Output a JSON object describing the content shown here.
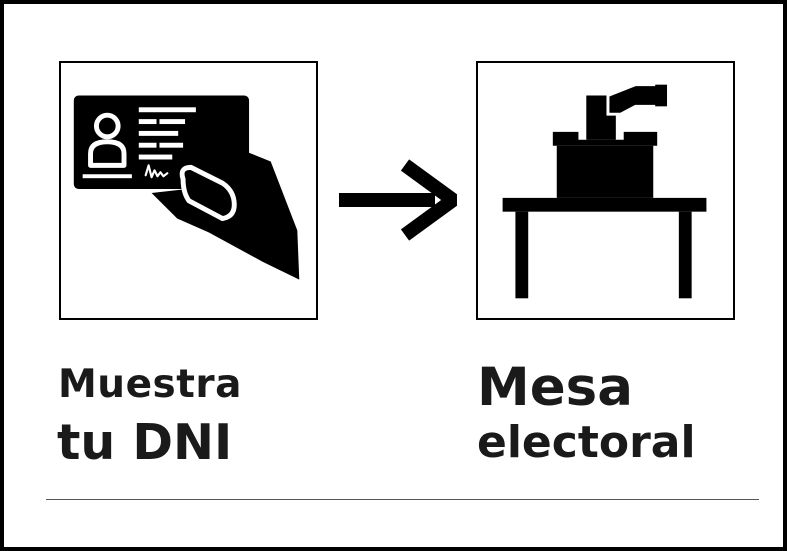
{
  "steps": [
    {
      "icon": "id-card-icon",
      "line1": "Muestra",
      "line2": "tu DNI"
    },
    {
      "icon": "ballot-box-table-icon",
      "line1": "Mesa",
      "line2": "electoral"
    }
  ],
  "connector": {
    "icon": "arrow-right-icon"
  },
  "colors": {
    "ink": "#000000",
    "text": "#1a1a1a",
    "background": "#ffffff",
    "rule": "#555555"
  }
}
